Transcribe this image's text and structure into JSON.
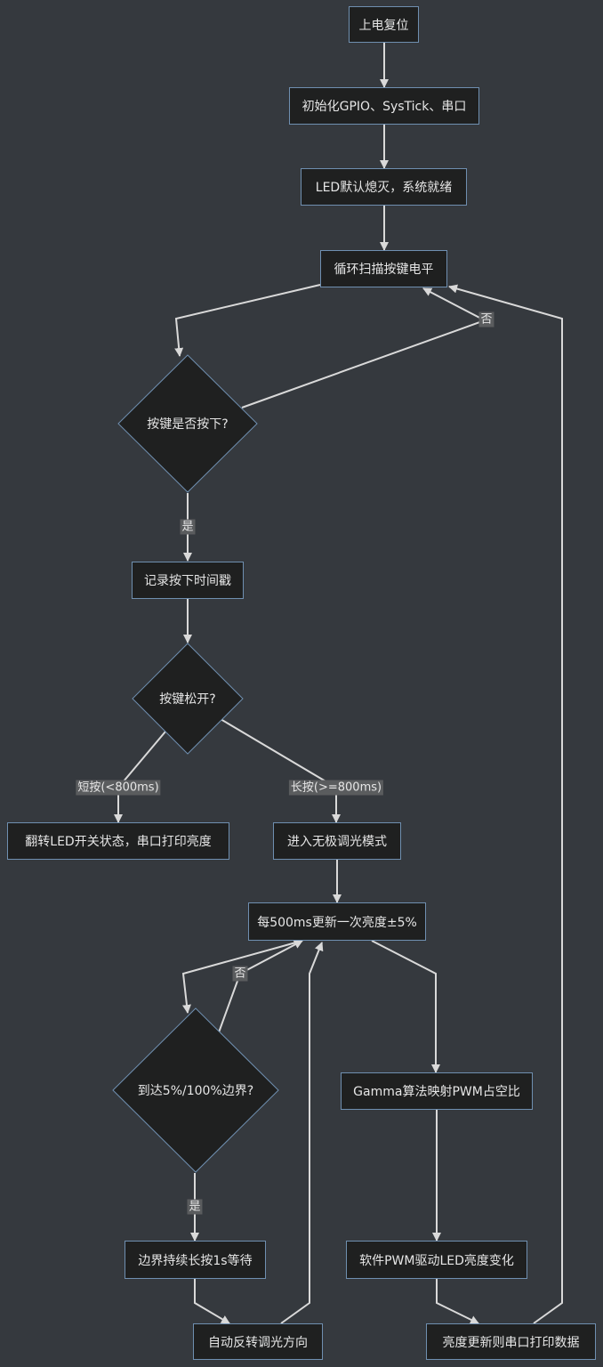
{
  "nodes": {
    "power_on": "上电复位",
    "init": "初始化GPIO、SysTick、串口",
    "led_off": "LED默认熄灭，系统就绪",
    "scan": "循环扫描按键电平",
    "pressed_q": "按键是否按下?",
    "record_ts": "记录按下时间戳",
    "released_q": "按键松开?",
    "toggle": "翻转LED开关状态，串口打印亮度",
    "dim_mode": "进入无极调光模式",
    "update": "每500ms更新一次亮度±5%",
    "boundary_q": "到达5%/100%边界?",
    "gamma": "Gamma算法映射PWM占空比",
    "wait": "边界持续长按1s等待",
    "pwm": "软件PWM驱动LED亮度变化",
    "reverse": "自动反转调光方向",
    "print": "亮度更新则串口打印数据"
  },
  "edge_labels": {
    "pressed_no": "否",
    "pressed_yes": "是",
    "short_press": "短按(<800ms)",
    "long_press": "长按(>=800ms)",
    "boundary_no": "否",
    "boundary_yes": "是"
  },
  "colors": {
    "background": "#35393e",
    "node_fill": "#1f2020",
    "node_border": "#6f8fb0",
    "edge": "#d9d9d9",
    "text": "#e6e6e6",
    "label_bg": "#5a5c5e"
  }
}
